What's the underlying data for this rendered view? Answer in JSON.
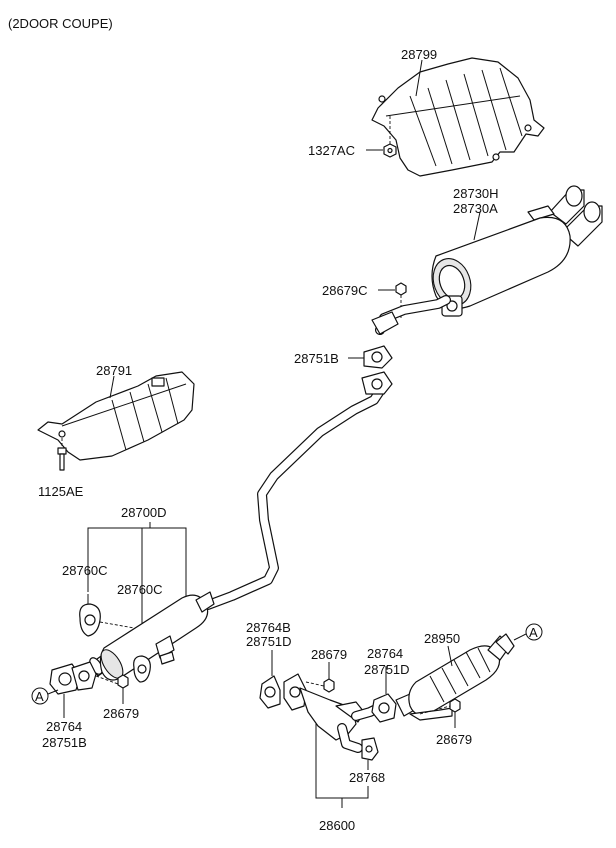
{
  "header": {
    "variant": "(2DOOR COUPE)"
  },
  "labels": {
    "heat_shield_rear": "28799",
    "shield_nut": "1327AC",
    "muffler_h": "28730H",
    "muffler_a": "28730A",
    "hanger_nut_rear": "28679C",
    "gasket_rear": "28751B",
    "heat_shield_center": "28791",
    "shield_bolt": "1125AE",
    "center_muffler_assy": "28700D",
    "hanger_left": "28760C",
    "hanger_right": "28760C",
    "nut_front_pipe": "28679",
    "front_gasket_a": "28764",
    "front_gasket_b": "28751B",
    "cat_gasket_a": "28764B",
    "cat_gasket_b": "28751D",
    "cat_nut_top": "28679",
    "cat_outlet_gasket_a": "28764",
    "cat_outlet_gasket_b": "28751D",
    "catalytic_converter": "28950",
    "cat_nut_bottom": "28679",
    "hanger_rubber": "28768",
    "front_pipe_assy": "28600",
    "ref_a_left": "A",
    "ref_a_right": "A"
  },
  "colors": {
    "line": "#111111",
    "background": "#ffffff",
    "shade": "#e6e6e6"
  }
}
